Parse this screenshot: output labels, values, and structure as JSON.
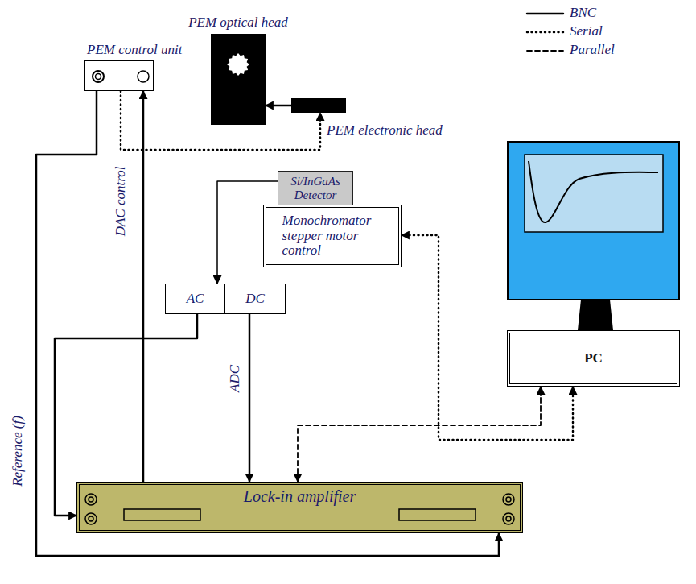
{
  "diagram": {
    "nodes": [
      {
        "text": [
          "PEM control unit"
        ]
      },
      {
        "text": [
          "PEM optical head"
        ]
      },
      {
        "text": [
          "PEM electronic head"
        ]
      },
      {
        "text": [
          "Si/InGaAs Detector"
        ]
      },
      {
        "text": [
          "Monochromator stepper motor control"
        ]
      },
      {
        "text": [
          "AC"
        ]
      },
      {
        "text": [
          "DC"
        ]
      },
      {
        "text": [
          "Lock-in amplifier"
        ]
      },
      {
        "text": [
          "PC"
        ]
      }
    ],
    "edges": [
      {
        "from": 0,
        "to": 2,
        "arrow": "to"
      },
      {
        "from": 2,
        "to": 1,
        "arrow": "to"
      },
      {
        "from": 7,
        "to": 0,
        "label": "DAC control",
        "arrow": "to"
      },
      {
        "from": 0,
        "to": 7,
        "label": "Reference (f)",
        "arrow": "to"
      },
      {
        "from": 3,
        "to": 5,
        "arrow": "to"
      },
      {
        "from": 5,
        "to": 7,
        "arrow": "to"
      },
      {
        "from": 6,
        "to": 7,
        "label": "ADC",
        "arrow": "to"
      },
      {
        "from": 8,
        "to": 4,
        "arrow": "both"
      },
      {
        "from": 7,
        "to": 8,
        "arrow": "both"
      }
    ],
    "legend": [
      {
        "text": "BNC"
      },
      {
        "text": "Serial"
      },
      {
        "text": "Parallel"
      }
    ]
  }
}
